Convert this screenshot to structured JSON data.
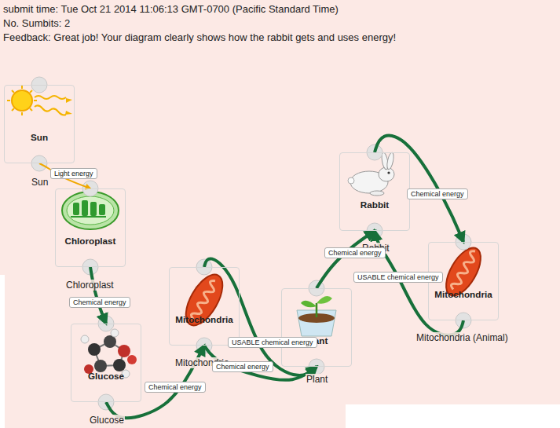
{
  "diagram": {
    "nodes": [
      {
        "text": [
          "Sun",
          "Sun"
        ]
      },
      {
        "text": [
          "Chloroplast",
          "Chloroplast"
        ]
      },
      {
        "text": [
          "Glucose",
          "Glucose"
        ]
      },
      {
        "text": [
          "Mitochondria",
          "Mitochondria"
        ]
      },
      {
        "text": [
          "Plant",
          "Plant"
        ]
      },
      {
        "text": [
          "Rabbit",
          "Rabbit"
        ]
      },
      {
        "text": [
          "Mitochondria",
          "Mitochondria (Animal)"
        ]
      }
    ],
    "edges": [
      {
        "from": 0,
        "to": 1,
        "label": "Light energy",
        "arrow": "to"
      },
      {
        "from": 1,
        "to": 2,
        "label": "Chemical energy",
        "arrow": "to"
      },
      {
        "from": 2,
        "to": 3,
        "label": "Chemical energy",
        "arrow": "to"
      },
      {
        "from": 3,
        "to": 4,
        "label": "USABLE chemical energy",
        "arrow": "to"
      },
      {
        "from": 3,
        "to": 4,
        "label": "Chemical energy",
        "arrow": "to"
      },
      {
        "from": 4,
        "to": 5,
        "label": "Chemical energy",
        "arrow": "to"
      },
      {
        "from": 5,
        "to": 6,
        "label": "Chemical energy",
        "arrow": "to"
      },
      {
        "from": 6,
        "to": 5,
        "label": "USABLE chemical energy",
        "arrow": "to"
      }
    ],
    "labels": [
      "submit time: Tue Oct 21 2014 11:06:13 GMT-0700 (Pacific Standard Time)",
      "No. Sumbits: 2",
      "Feedback: Great job! Your diagram clearly shows how the rabbit gets and uses energy!"
    ]
  }
}
